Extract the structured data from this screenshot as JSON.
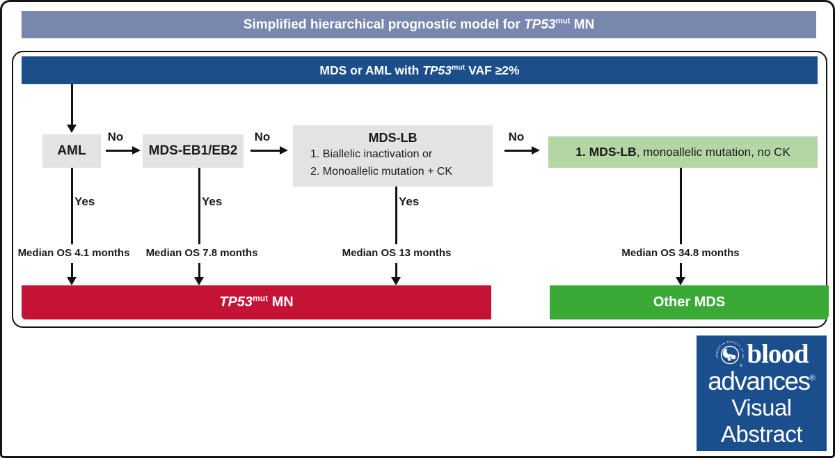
{
  "banner": {
    "prefix": "Simplified hierarchical prognostic model for ",
    "gene": "TP53",
    "sup": "mut",
    "suffix": " MN"
  },
  "top_bar": {
    "prefix": "MDS or AML with ",
    "gene": "TP53",
    "sup": "mut",
    "suffix": " VAF ≥2%"
  },
  "nodes": {
    "aml": {
      "label": "AML"
    },
    "eb": {
      "label": "MDS-EB1/EB2"
    },
    "lb": {
      "title": "MDS-LB",
      "item1": "1. Biallelic inactivation or",
      "item2": "2. Monoallelic mutation + CK"
    },
    "mono": {
      "bold": "1. MDS-LB",
      "rest": ", monoallelic mutation, no CK"
    }
  },
  "edges": {
    "no1": "No",
    "no2": "No",
    "no3": "No",
    "yes1": "Yes",
    "yes2": "Yes",
    "yes3": "Yes"
  },
  "outcomes": {
    "os1": "Median OS 4.1 months",
    "os2": "Median OS 7.8 months",
    "os3": "Median OS 13 months",
    "os4": "Median OS 34.8 months",
    "red": {
      "gene": "TP53",
      "sup": "mut",
      "suffix": " MN"
    },
    "green": {
      "label": "Other MDS"
    }
  },
  "logo": {
    "circle_text": "AMERICAN SOCIETY OF HEMATOLOGY",
    "brand1": "blood",
    "brand2": "advances",
    "reg": "®",
    "line3": "Visual",
    "line4": "Abstract"
  },
  "colors": {
    "banner_bg": "#7787ad",
    "header_bg": "#1c4e89",
    "node_gray": "#e3e3e4",
    "node_light_green": "#b4d6a4",
    "outcome_red": "#c41334",
    "outcome_green": "#3ba935",
    "logo_blue": "#1b4e8c"
  }
}
